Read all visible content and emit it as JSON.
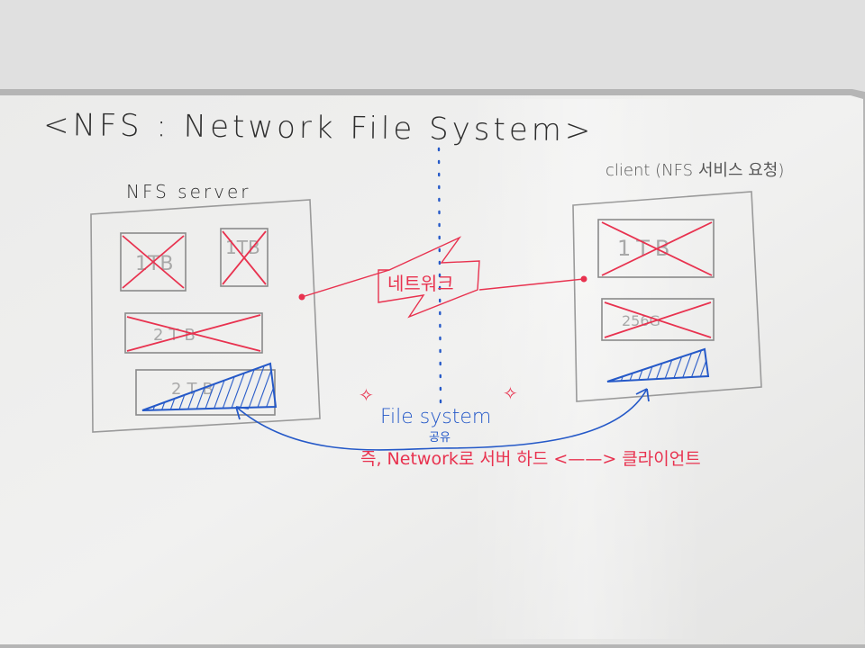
{
  "board": {
    "title": "<NFS : Network File System>",
    "server_label": "NFS server",
    "client_label": "client (NFS 서비스 요청)",
    "network_label": "네트워크",
    "fs_label": "File system",
    "fs_sub_label": "공유",
    "summary": "즉, Network로 서버 하드 <——> 클라이언트",
    "server_disks": [
      "1TB",
      "1TB",
      "2TB",
      "2TB"
    ],
    "client_disks": [
      "1TB",
      "256G"
    ]
  },
  "colors": {
    "board": "#eeeeec",
    "frame": "#b5b5b5",
    "black_marker": "#2e2e2e",
    "red_marker": "#e8324f",
    "blue_marker": "#2559c8"
  }
}
